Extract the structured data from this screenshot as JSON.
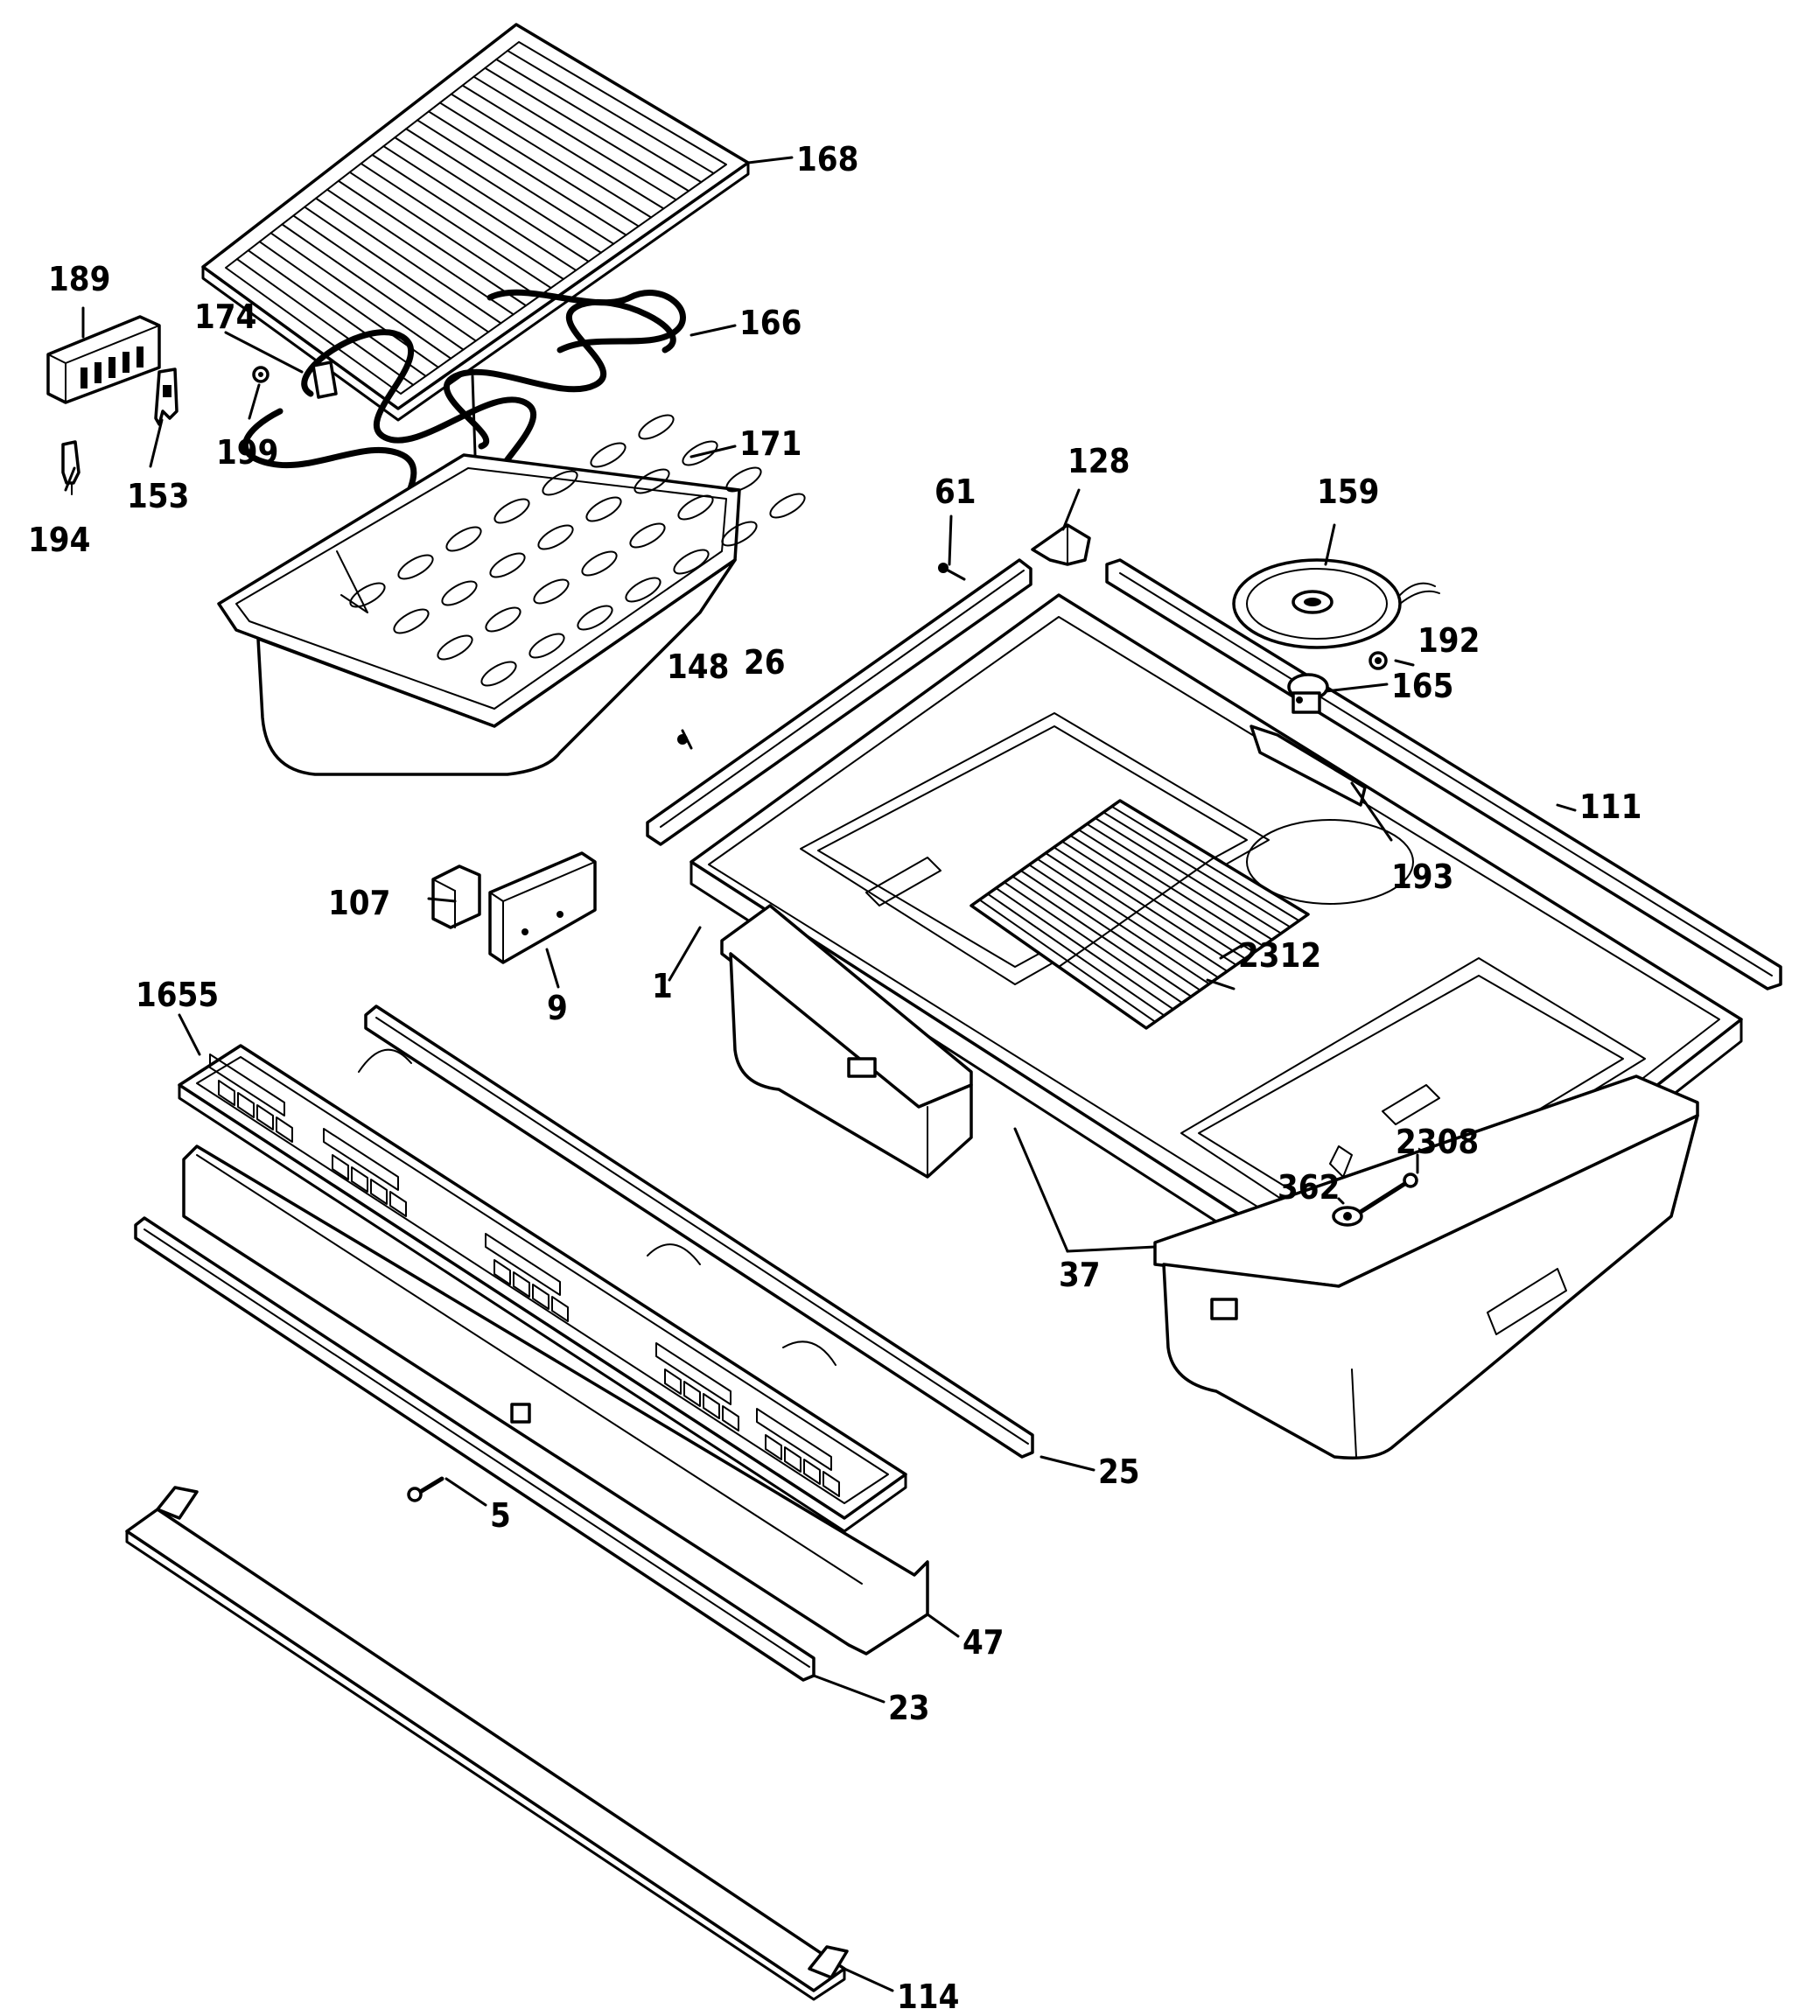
{
  "diagram": {
    "callouts": {
      "p168": "168",
      "p189": "189",
      "p174": "174",
      "p166": "166",
      "p199": "199",
      "p171": "171",
      "p153": "153",
      "p194": "194",
      "p61": "61",
      "p128": "128",
      "p159": "159",
      "p192": "192",
      "p165": "165",
      "p148": "148",
      "p26": "26",
      "p111": "111",
      "p193": "193",
      "p107": "107",
      "p9": "9",
      "p1": "1",
      "p2312": "2312",
      "p1655": "1655",
      "p2308": "2308",
      "p362": "362",
      "p37": "37",
      "p25": "25",
      "p5": "5",
      "p47": "47",
      "p23": "23",
      "p114": "114"
    }
  }
}
